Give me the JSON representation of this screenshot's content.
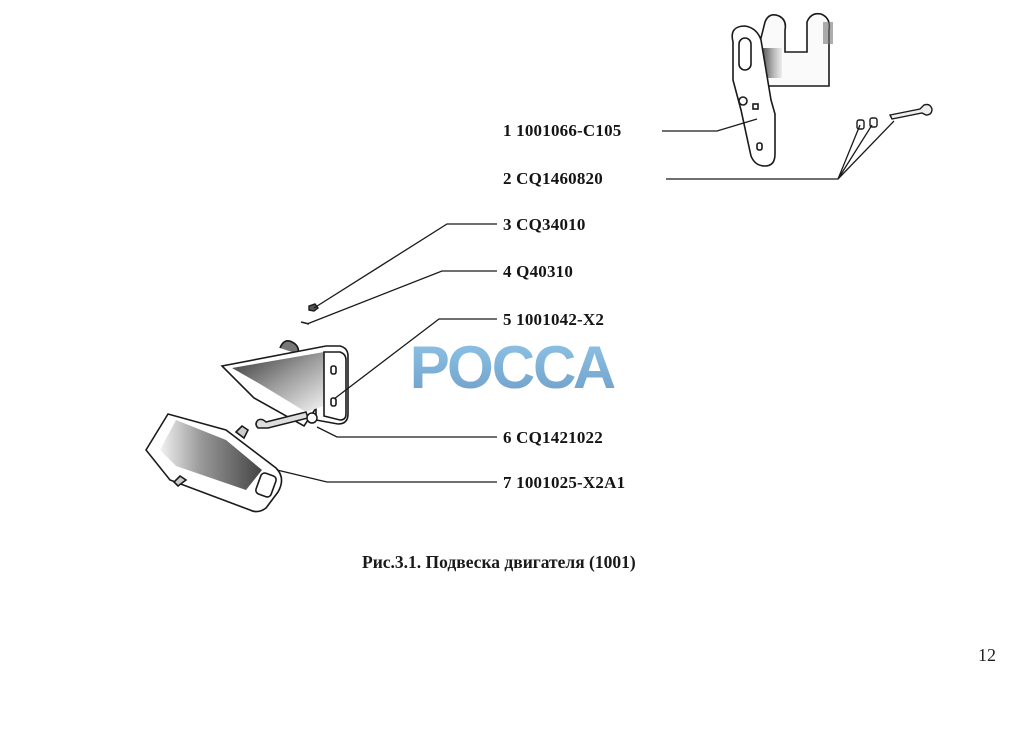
{
  "figure": {
    "caption": "Рис.3.1. Подвеска двигателя (1001)",
    "parts": [
      {
        "index": "1",
        "part_number": "1001066-C105",
        "text": "1 1001066-C105"
      },
      {
        "index": "2",
        "part_number": "CQ1460820",
        "text": "2 CQ1460820"
      },
      {
        "index": "3",
        "part_number": "CQ34010",
        "text": "3 CQ34010"
      },
      {
        "index": "4",
        "part_number": "Q40310",
        "text": "4 Q40310"
      },
      {
        "index": "5",
        "part_number": "1001042-X2",
        "text": "5 1001042-X2"
      },
      {
        "index": "6",
        "part_number": "CQ1421022",
        "text": "6 CQ1421022"
      },
      {
        "index": "7",
        "part_number": "1001025-X2A1",
        "text": "7 1001025-X2A1"
      }
    ]
  },
  "watermark": {
    "text": "РОССА",
    "color_top": "#8fc6e8",
    "color_bottom": "#6f9ec8"
  },
  "page": {
    "number": "12"
  }
}
